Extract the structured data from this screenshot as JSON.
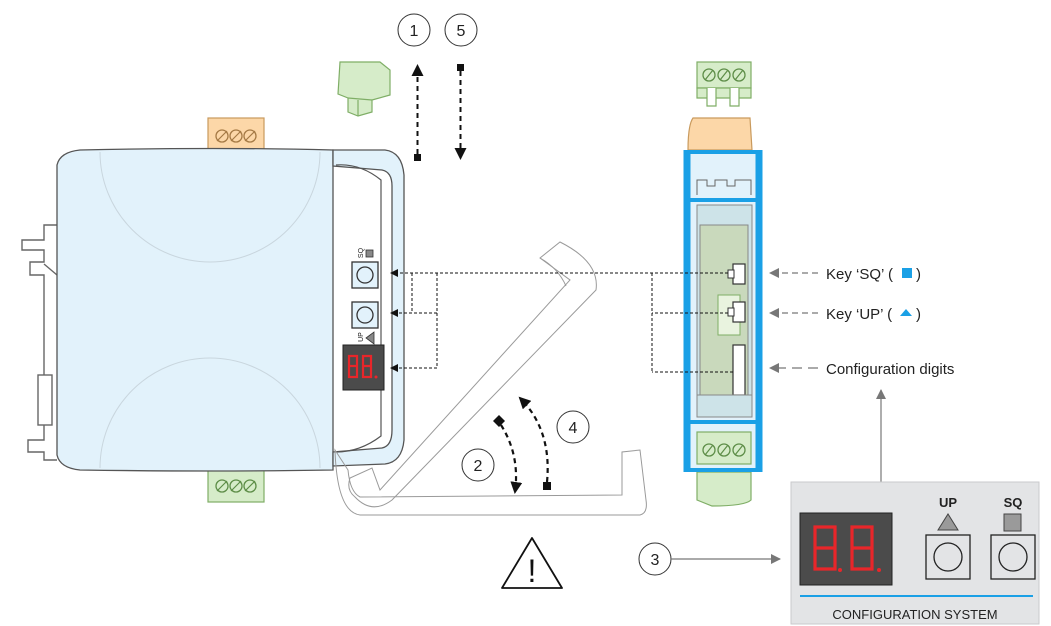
{
  "steps": [
    "1",
    "2",
    "3",
    "4",
    "5"
  ],
  "labels": {
    "key_sq": "Key ‘SQ’ (",
    "key_up": "Key ‘UP’ (",
    "close_paren": ")",
    "config_digits": "Configuration digits"
  },
  "panel": {
    "up_label": "UP",
    "sq_label": "SQ",
    "title": "CONFIGURATION SYSTEM"
  },
  "front": {
    "sq_label": "SQ",
    "up_label": "UP"
  },
  "warning": "!",
  "colors": {
    "module_fill": "#e2f2fb",
    "accent_blue": "#1aa0e6",
    "terminal_orange": "#fcd7a8",
    "terminal_green": "#d6ecc9",
    "display_red": "#e8262a",
    "panel_gray": "#e3e4e6"
  }
}
